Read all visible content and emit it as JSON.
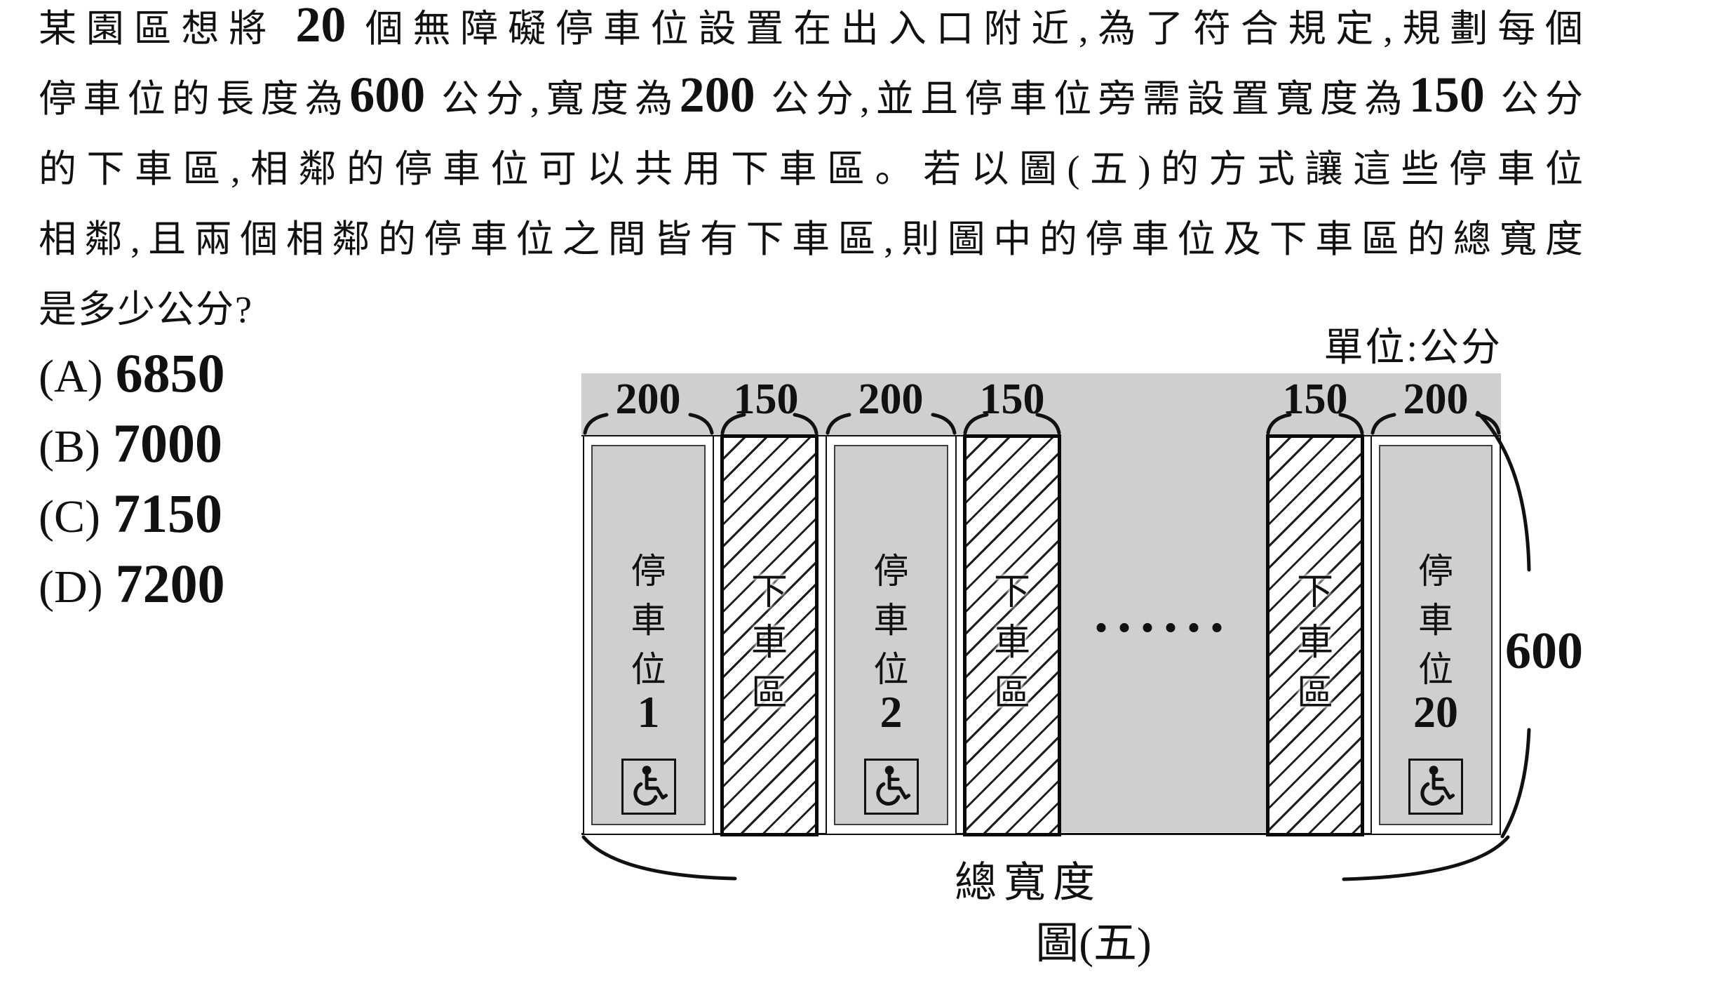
{
  "problem": {
    "lines": [
      [
        {
          "t": "某園區想將 "
        },
        {
          "t": "20",
          "b": true
        },
        {
          "t": " 個無障礙停車位設置在出入口附近,為了符合規定,規劃每個"
        }
      ],
      [
        {
          "t": "停車位的長度為"
        },
        {
          "t": "600",
          "b": true
        },
        {
          "t": " 公分,寬度為"
        },
        {
          "t": "200",
          "b": true
        },
        {
          "t": " 公分,並且停車位旁需設置寬度為"
        },
        {
          "t": "150",
          "b": true
        },
        {
          "t": " 公分"
        }
      ],
      [
        {
          "t": "的下車區,相鄰的停車位可以共用下車區。若以圖(五)的方式讓這些停車位"
        }
      ],
      [
        {
          "t": "相鄰,且兩個相鄰的停車位之間皆有下車區,則圖中的停車位及下車區的總寬度"
        }
      ],
      [
        {
          "t": "是多少公分?"
        }
      ]
    ]
  },
  "options": [
    {
      "label": "(A)",
      "value": "6850"
    },
    {
      "label": "(B)",
      "value": "7000"
    },
    {
      "label": "(C)",
      "value": "7150"
    },
    {
      "label": "(D)",
      "value": "7200"
    }
  ],
  "figure": {
    "unit_label": "單位:公分",
    "side_height_label": "600",
    "bottom_width_label": "總寬度",
    "caption": "圖(五)",
    "columns": [
      {
        "type": "parking",
        "width_label": "200",
        "name": "停車位",
        "number": "1"
      },
      {
        "type": "dropoff",
        "width_label": "150",
        "name": "下車區"
      },
      {
        "type": "parking",
        "width_label": "200",
        "name": "停車位",
        "number": "2"
      },
      {
        "type": "dropoff",
        "width_label": "150",
        "name": "下車區"
      },
      {
        "type": "gap",
        "dots": "......"
      },
      {
        "type": "dropoff",
        "width_label": "150",
        "name": "下車區"
      },
      {
        "type": "parking",
        "width_label": "200",
        "name": "停車位",
        "number": "20"
      }
    ],
    "colors": {
      "diagram_gray": "#cfcfcf",
      "ink": "#111111",
      "page_background": "#ffffff"
    }
  }
}
